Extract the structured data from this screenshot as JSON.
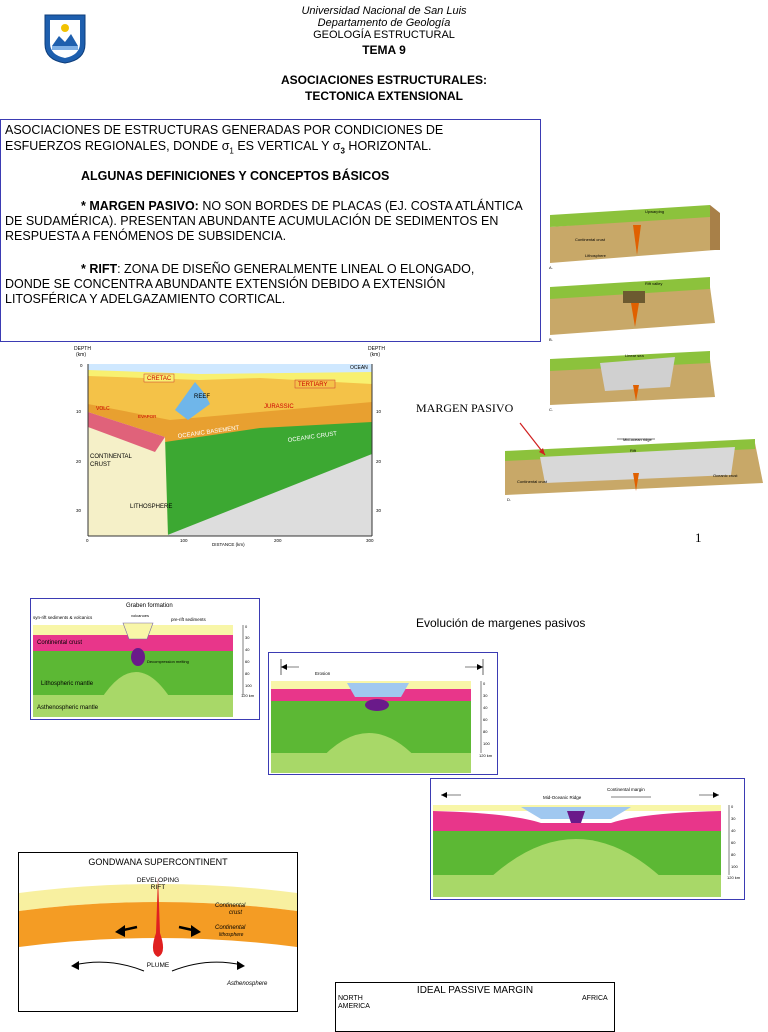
{
  "header": {
    "line1": "Universidad Nacional de San Luis",
    "line2": "Departamento de Geología",
    "line3": "GEOLOGÍA ESTRUCTURAL",
    "tema": "TEMA 9",
    "title1": "ASOCIACIONES ESTRUCTURALES:",
    "title2": "TECTONICA EXTENSIONAL"
  },
  "box": {
    "intro_line1": "ASOCIACIONES DE ESTRUCTURAS GENERADAS POR CONDICIONES DE",
    "intro_line2a": "ESFUERZOS REGIONALES, DONDE σ",
    "intro_sub1": "1",
    "intro_line2b": " ES VERTICAL Y  σ",
    "intro_sub3": "3",
    "intro_line2c": " HORIZONTAL.",
    "heading": "ALGUNAS DEFINICIONES Y CONCEPTOS BÁSICOS",
    "margen_label": "* MARGEN PASIVO:",
    "margen_line1": " NO SON BORDES DE PLACAS (EJ. COSTA ATLÁNTICA",
    "margen_line2": "DE SUDAMÉRICA). PRESENTAN ABUNDANTE ACUMULACIÓN DE SEDIMENTOS EN",
    "margen_line3": "RESPUESTA A FENÓMENOS DE SUBSIDENCIA.",
    "rift_label": "* RIFT",
    "rift_line1": ": ZONA DE DISEÑO GENERALMENTE LINEAL O ELONGADO,",
    "rift_line2": "DONDE SE CONCENTRA ABUNDANTE EXTENSIÓN DEBIDO A EXTENSIÓN",
    "rift_line3": "LITOSFÉRICA Y ADELGAZAMIENTO CORTICAL."
  },
  "margin_fig": {
    "depth_left": "DEPTH",
    "depth_left_unit": "(km)",
    "depth_right": "DEPTH",
    "depth_right_unit": "(km)",
    "ocean": "OCEAN",
    "cretac": "CRETAC",
    "tertiary": "TERTIARY",
    "reef": "REEF",
    "volc": "VOLC",
    "evapor": "EVAPOR",
    "jurassic": "JURASSIC",
    "oceanic_basement": "OCEANIC BASEMENT",
    "oceanic_crust": "OCEANIC CRUST",
    "continental": "CONTINENTAL",
    "crust": "CRUST",
    "lithosphere": "LITHOSPHERE",
    "distance": "DISTANCE (km)",
    "y_ticks": [
      "0",
      "10",
      "20",
      "30"
    ],
    "x_ticks": [
      "0",
      "100",
      "200",
      "300"
    ]
  },
  "blocks": {
    "upwarping": "Upwarping",
    "continental_crust": "Continental crust",
    "lithosphere": "Lithosphere",
    "rift_valley": "Rift valley",
    "linear_sea": "Linear sea",
    "mid_ocean_ridge": "Mid-ocean ridge",
    "rift": "Rift",
    "oceanic_crust": "Oceanic crust",
    "margen_pasivo": "MARGEN PASIVO",
    "page_number": "1",
    "letters": [
      "A.",
      "B.",
      "C.",
      "D."
    ]
  },
  "evolucion": {
    "title": "Evolución de margenes pasivos",
    "graben": "Graben formation",
    "synrift": "syn-rift sediments & volcanics",
    "volcanoes": "volcanoes",
    "prerift": "pre-rift sediments",
    "continental_crust": "Continental crust",
    "decompression": "Decompression melting",
    "lith_mantle": "Lithospheric mantle",
    "asth_mantle": "Asthenospheric mantle",
    "erosion": "Erosion",
    "mid_oceanic_ridge": "Mid-Oceanic Ridge",
    "continental_margin": "Continental margin",
    "depth_ticks": [
      "0",
      "30",
      "40",
      "60",
      "80",
      "100",
      "120 km"
    ]
  },
  "gondwana": {
    "title": "GONDWANA SUPERCONTINENT",
    "developing": "DEVELOPING",
    "rift": "RIFT",
    "continental_crust1": "Continental",
    "continental_crust2": "crust",
    "continental_lith1": "Continental",
    "continental_lith2": "lithosphere",
    "plume": "PLUME",
    "asthenosphere": "Asthenosphere"
  },
  "ideal": {
    "title": "IDEAL PASSIVE MARGIN",
    "north": "NORTH",
    "america": "AMERICA",
    "africa": "AFRICA"
  }
}
